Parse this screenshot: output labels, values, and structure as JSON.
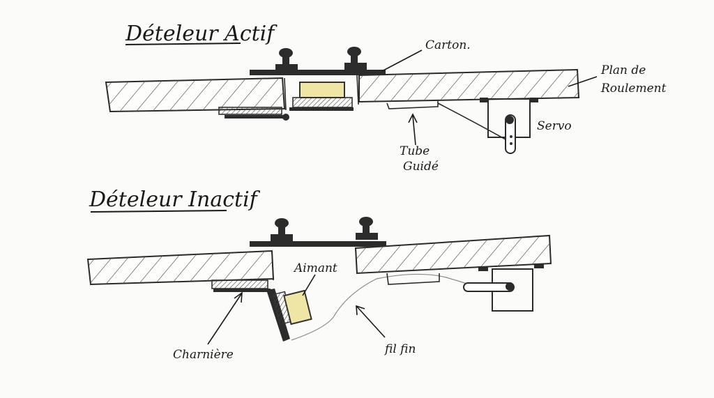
{
  "titles": {
    "active": "Dételeur Actif",
    "inactive": "Dételeur Inactif"
  },
  "labels": {
    "carton": "Carton.",
    "plan_line1": "Plan de",
    "plan_line2": "Roulement",
    "servo": "Servo",
    "tube_line1": "Tube",
    "tube_line2": "Guidé",
    "aimant": "Aimant",
    "charniere": "Charnière",
    "fil_fin": "fil fin"
  },
  "colors": {
    "magnet_yellow": "#efe5a4",
    "ink": "#1a1a1a"
  }
}
